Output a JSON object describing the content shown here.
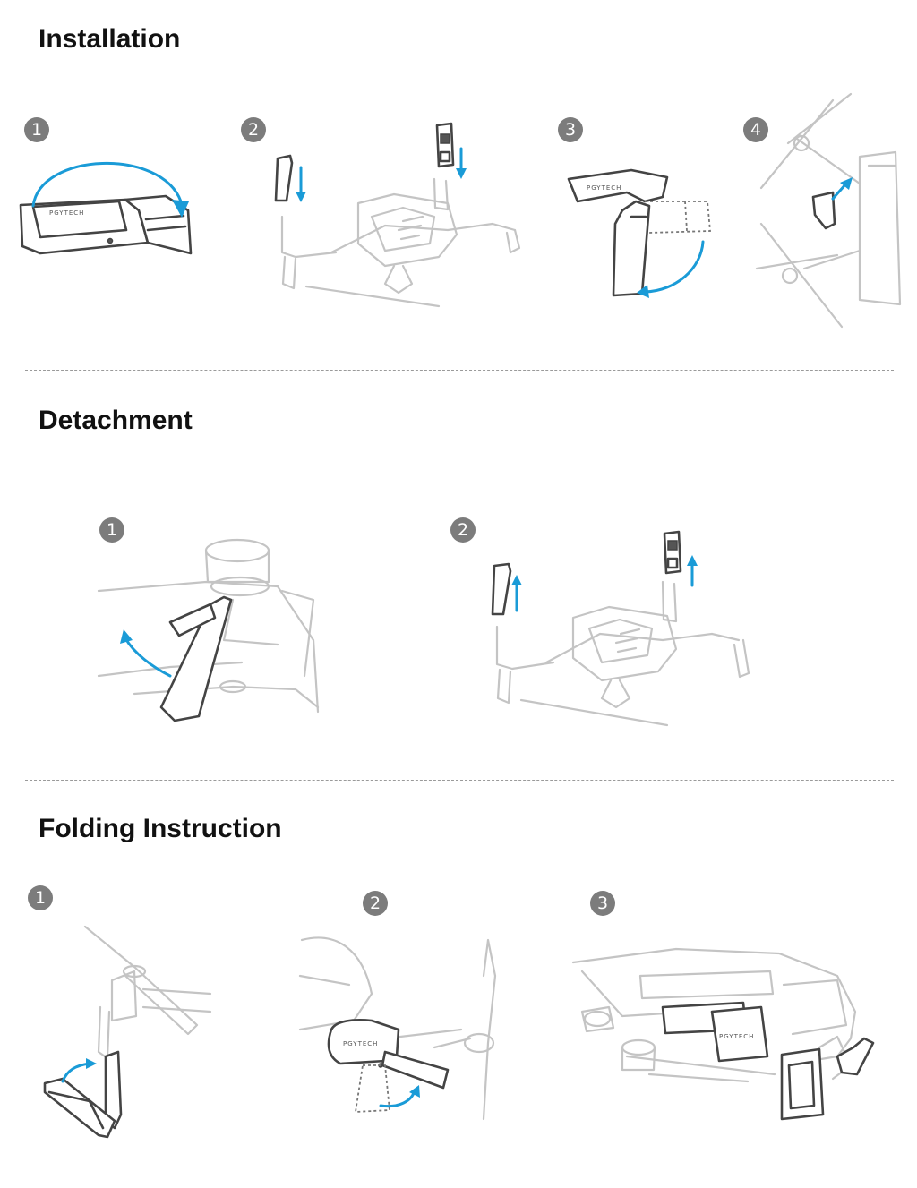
{
  "sections": {
    "installation": {
      "title": "Installation",
      "steps": [
        "1",
        "2",
        "3",
        "4"
      ]
    },
    "detachment": {
      "title": "Detachment",
      "steps": [
        "1",
        "2"
      ]
    },
    "folding": {
      "title": "Folding Instruction",
      "steps": [
        "1",
        "2",
        "3"
      ]
    }
  },
  "brand_mark": "PGYTECH",
  "colors": {
    "arrow": "#1a9bd7",
    "badge": "#7c7c7c",
    "outline": "#c4c4c4",
    "part": "#444444",
    "divider": "#9a9a9a"
  },
  "icons": [
    "step-number-badge",
    "blue-direction-arrow",
    "drone-outline",
    "propeller-holder"
  ]
}
